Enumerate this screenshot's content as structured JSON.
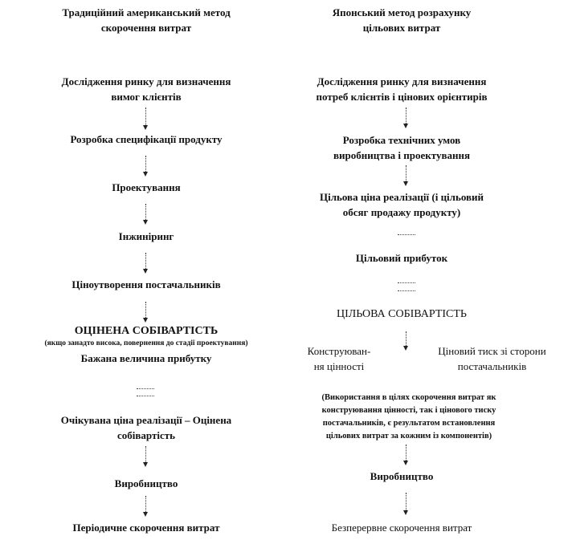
{
  "left": {
    "title_line1": "Традиційний американський метод",
    "title_line2": "скорочення витрат",
    "market_line1": "Дослідження ринку для визначення",
    "market_line2": "вимог клієнтів",
    "spec": "Розробка специфікації продукту",
    "design": "Проектування",
    "engineering": "Інжиніринг",
    "suppliers": "Ціноутворення постачальників",
    "estimated_cost": "ОЦІНЕНА СОБІВАРТІСТЬ",
    "note": "(якщо занадто висока, повернення до стадії проектування)",
    "desired_profit": "Бажана величина прибутку",
    "expected_line1": "Очікувана ціна реалізації – Оцінена",
    "expected_line2": "собівартість",
    "production": "Виробництво",
    "periodic": "Періодичне скорочення витрат"
  },
  "right": {
    "title_line1": "Японський метод розрахунку",
    "title_line2": "цільових витрат",
    "market_line1": "Дослідження ринку для визначення",
    "market_line2": "потреб клієнтів і цінових орієнтирів",
    "tech_line1": "Розробка технічних умов",
    "tech_line2": "виробництва і проектування",
    "target_price_line1": "Цільова ціна реалізації (і цільовий",
    "target_price_line2": "обсяг продажу продукту)",
    "target_profit": "Цільовий прибуток",
    "target_cost": "ЦІЛЬОВА СОБІВАРТІСТЬ",
    "value_eng_line1": "Конструюван-",
    "value_eng_line2": "ня цінності",
    "pressure_line1": "Ціновий тиск зі сторони",
    "pressure_line2": "постачальників",
    "note_line1": "(Використання в цілях скорочення витрат як",
    "note_line2": "конструювання цінності, так і цінового тиску",
    "note_line3": "постачальників, є результатом встановлення",
    "note_line4": "цільових витрат за кожним із компонентів)",
    "production": "Виробництво",
    "continuous": "Безперервне скорочення витрат"
  }
}
